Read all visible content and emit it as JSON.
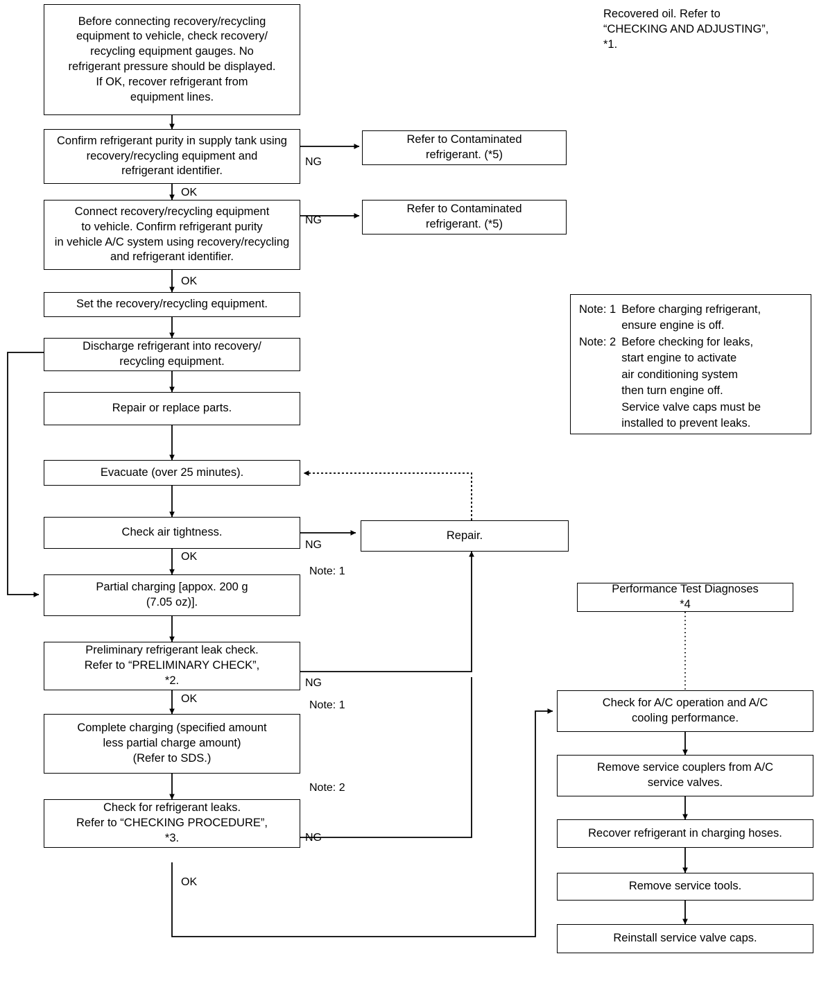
{
  "diagram": {
    "title": "A/C refrigerant recovery, evacuating and charging flow chart",
    "type": "flowchart",
    "line_color": "#000000",
    "background": "#ffffff"
  },
  "annotations": {
    "recovered_oil": "Recovered oil. Refer to\n“CHECKING AND ADJUSTING”,\n*1."
  },
  "notes_box": {
    "rows": [
      {
        "key": "Note: 1",
        "text": "Before charging refrigerant,\nensure engine is off."
      },
      {
        "key": "Note: 2",
        "text": "Before checking for leaks,\nstart engine to activate\nair conditioning system\nthen turn engine off.\nService valve caps must be\ninstalled to prevent leaks."
      }
    ]
  },
  "boxes": {
    "before_connecting": "Before connecting recovery/recycling\nequipment to vehicle, check recovery/\nrecycling equipment gauges. No\nrefrigerant pressure should be displayed.\nIf OK, recover refrigerant from\nequipment lines.",
    "confirm_purity_tank": "Confirm refrigerant purity in supply tank using\nrecovery/recycling equipment and\nrefrigerant identifier.",
    "contaminated_1": "Refer to Contaminated\nrefrigerant. (*5)",
    "connect_equipment": "Connect recovery/recycling equipment\nto vehicle. Confirm refrigerant purity\nin vehicle A/C system using recovery/recycling\nand refrigerant identifier.",
    "contaminated_2": "Refer to Contaminated\nrefrigerant. (*5)",
    "set_equipment": "Set the recovery/recycling equipment.",
    "discharge": "Discharge refrigerant into recovery/\nrecycling equipment.",
    "repair_replace": "Repair or replace parts.",
    "evacuate": "Evacuate (over 25 minutes).",
    "check_air_tightness": "Check air tightness.",
    "repair": "Repair.",
    "partial_charging": "Partial charging [appox. 200 g\n(7.05 oz)].",
    "preliminary_leak_check": "Preliminary refrigerant leak check.\nRefer to “PRELIMINARY CHECK”,\n*2.",
    "complete_charging": "Complete charging (specified amount\nless partial charge amount)\n(Refer to SDS.)",
    "check_leaks": "Check for refrigerant leaks.\nRefer to “CHECKING PROCEDURE”,\n*3.",
    "performance_test": "Performance Test Diagnoses\n*4",
    "check_ac_operation": "Check for A/C operation and A/C\ncooling performance.",
    "remove_couplers": "Remove service couplers from A/C\nservice valves.",
    "recover_hoses": "Recover refrigerant in charging hoses.",
    "remove_tools": "Remove service tools.",
    "reinstall_caps": "Reinstall service valve caps."
  },
  "edge_labels": {
    "ng_1": "NG",
    "ok_1": "OK",
    "ng_2": "NG",
    "ok_2": "OK",
    "ng_air_tightness": "NG",
    "ok_air_tightness": "OK",
    "note1_air": "Note: 1",
    "ng_preliminary": "NG",
    "ok_preliminary": "OK",
    "note1_complete": "Note: 1",
    "note2_leaks": "Note: 2",
    "ng_leaks": "NG",
    "ok_leaks": "OK"
  }
}
